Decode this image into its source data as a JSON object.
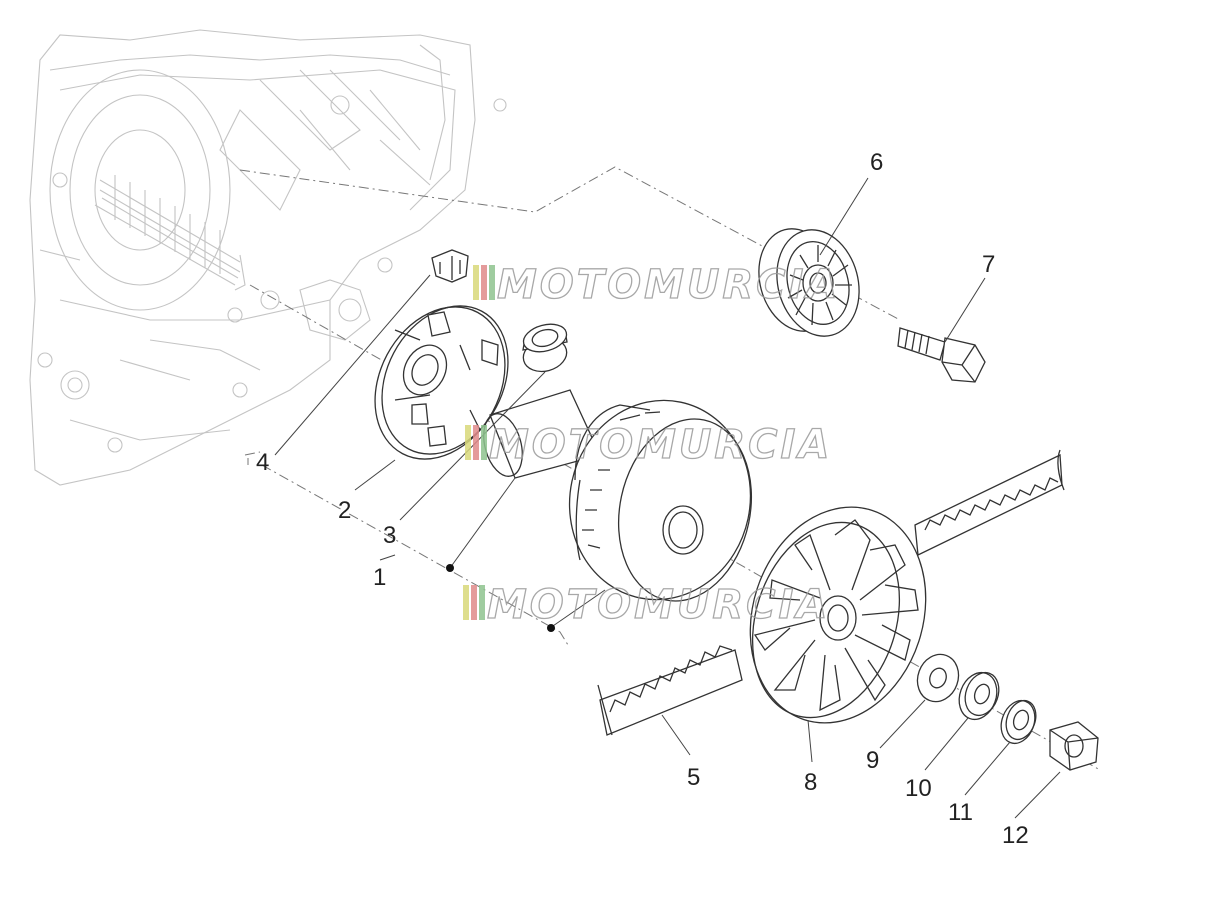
{
  "diagram": {
    "parts": [
      {
        "number": "1"
      },
      {
        "number": "2"
      },
      {
        "number": "3"
      },
      {
        "number": "4"
      },
      {
        "number": "5"
      },
      {
        "number": "6"
      },
      {
        "number": "7"
      },
      {
        "number": "8"
      },
      {
        "number": "9"
      },
      {
        "number": "10"
      },
      {
        "number": "11"
      },
      {
        "number": "12"
      }
    ],
    "watermark": {
      "text": "MOTOMURCIA",
      "brand_colors": [
        "#d9d97a",
        "#e08a8a",
        "#8fc48f"
      ]
    }
  }
}
